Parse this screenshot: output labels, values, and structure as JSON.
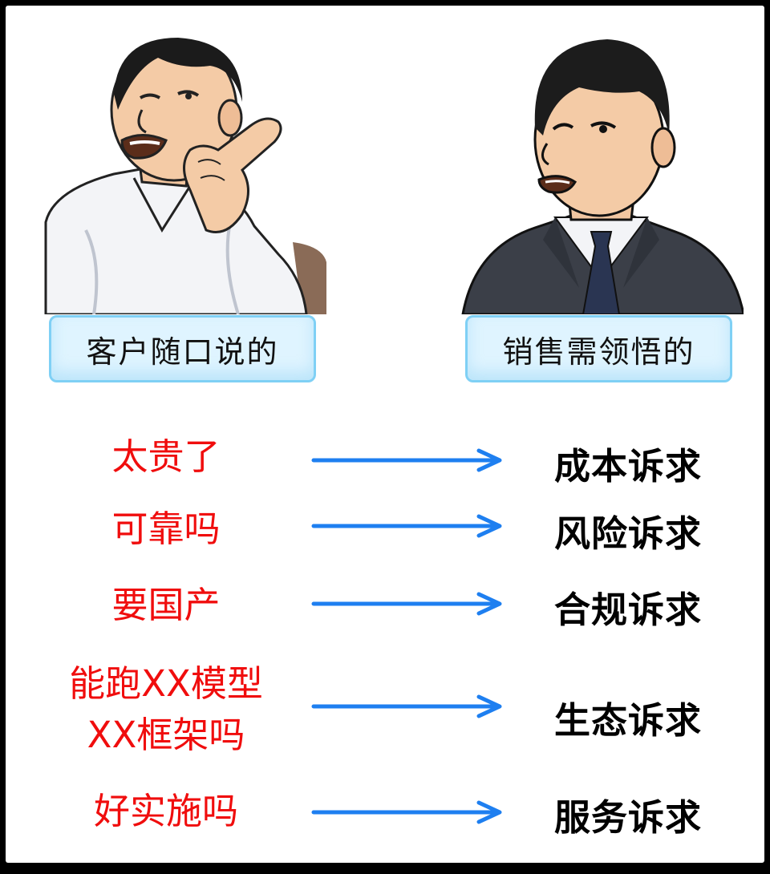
{
  "headers": {
    "left": "客户随口说的",
    "right": "销售需领悟的"
  },
  "rows": [
    {
      "customer": "太贵了",
      "need": "成本诉求"
    },
    {
      "customer": "可靠吗",
      "need": "风险诉求"
    },
    {
      "customer": "要国产",
      "need": "合规诉求"
    },
    {
      "customer_line1": "能跑XX模型",
      "customer_line2": "XX框架吗",
      "need": "生态诉求"
    },
    {
      "customer": "好实施吗",
      "need": "服务诉求"
    }
  ],
  "colors": {
    "customer_text": "#f00d0d",
    "need_text": "#000000",
    "arrow": "#1e7ff0",
    "label_fill": "#dff4ff",
    "label_border": "#7fd0f5"
  }
}
